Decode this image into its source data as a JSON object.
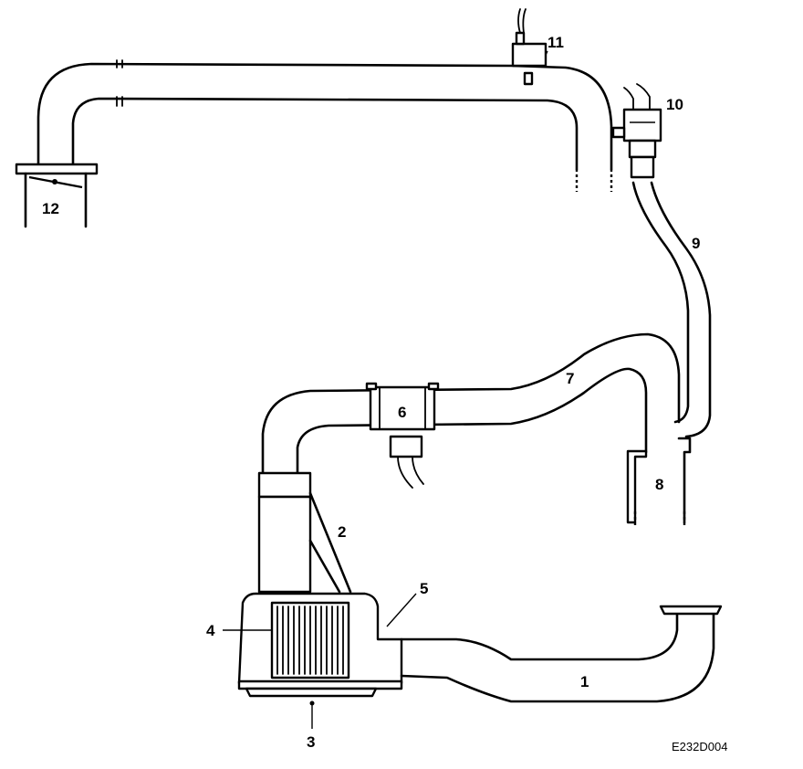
{
  "diagram": {
    "labels": {
      "l1": "1",
      "l2": "2",
      "l3": "3",
      "l4": "4",
      "l5": "5",
      "l6": "6",
      "l7": "7",
      "l8": "8",
      "l9": "9",
      "l10": "10",
      "l11": "11",
      "l12": "12"
    },
    "reference_code": "E232D004"
  }
}
